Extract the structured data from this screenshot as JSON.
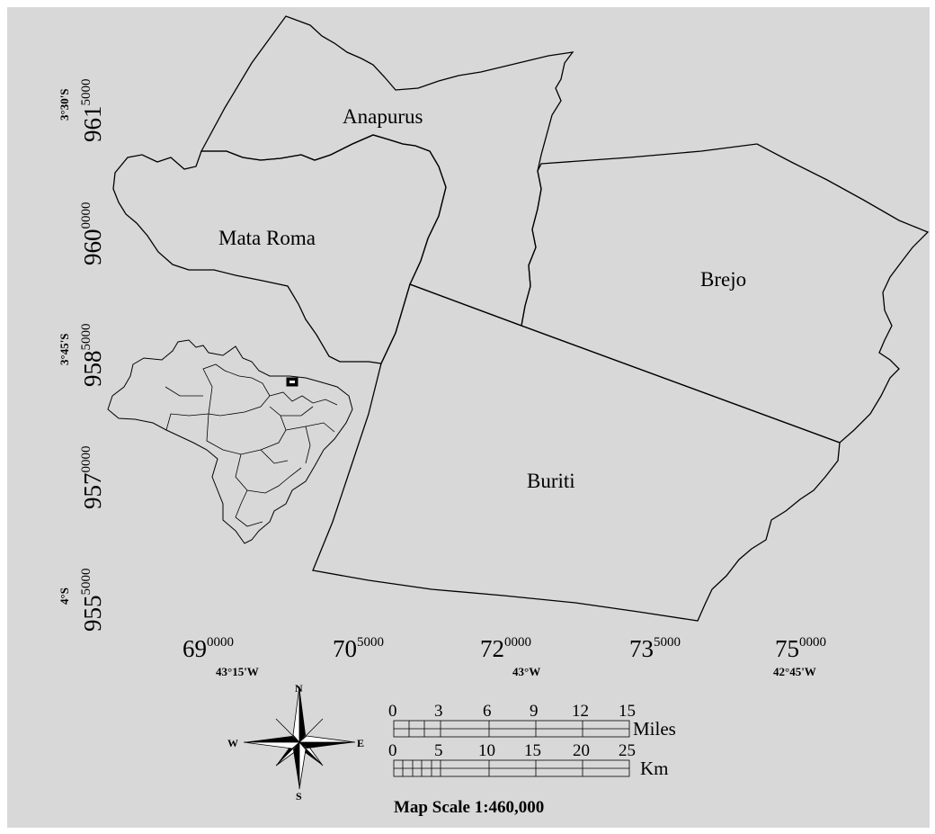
{
  "map": {
    "regions": [
      {
        "id": "anapurus",
        "label": "Anapurus"
      },
      {
        "id": "mata-roma",
        "label": "Mata Roma"
      },
      {
        "id": "brejo",
        "label": "Brejo"
      },
      {
        "id": "buriti",
        "label": "Buriti"
      }
    ],
    "y_ticks": [
      {
        "main": "961",
        "sup": "5000",
        "deg": "3°30'S"
      },
      {
        "main": "960",
        "sup": "0000",
        "deg": ""
      },
      {
        "main": "958",
        "sup": "5000",
        "deg": "3°45'S"
      },
      {
        "main": "957",
        "sup": "0000",
        "deg": ""
      },
      {
        "main": "955",
        "sup": "5000",
        "deg": "4°S"
      }
    ],
    "x_ticks": [
      {
        "main": "69",
        "sup": "0000",
        "deg": "43°15'W"
      },
      {
        "main": "70",
        "sup": "5000",
        "deg": ""
      },
      {
        "main": "72",
        "sup": "0000",
        "deg": "43°W"
      },
      {
        "main": "73",
        "sup": "5000",
        "deg": ""
      },
      {
        "main": "75",
        "sup": "0000",
        "deg": "42°45'W"
      }
    ]
  },
  "compass": {
    "n": "N",
    "s": "S",
    "e": "E",
    "w": "W"
  },
  "scale": {
    "miles_ticks": [
      "0",
      "3",
      "6",
      "9",
      "12",
      "15"
    ],
    "miles_unit": "Miles",
    "km_ticks": [
      "0",
      "5",
      "10",
      "15",
      "20",
      "25"
    ],
    "km_unit": "Km",
    "title": "Map Scale 1:460,000"
  }
}
